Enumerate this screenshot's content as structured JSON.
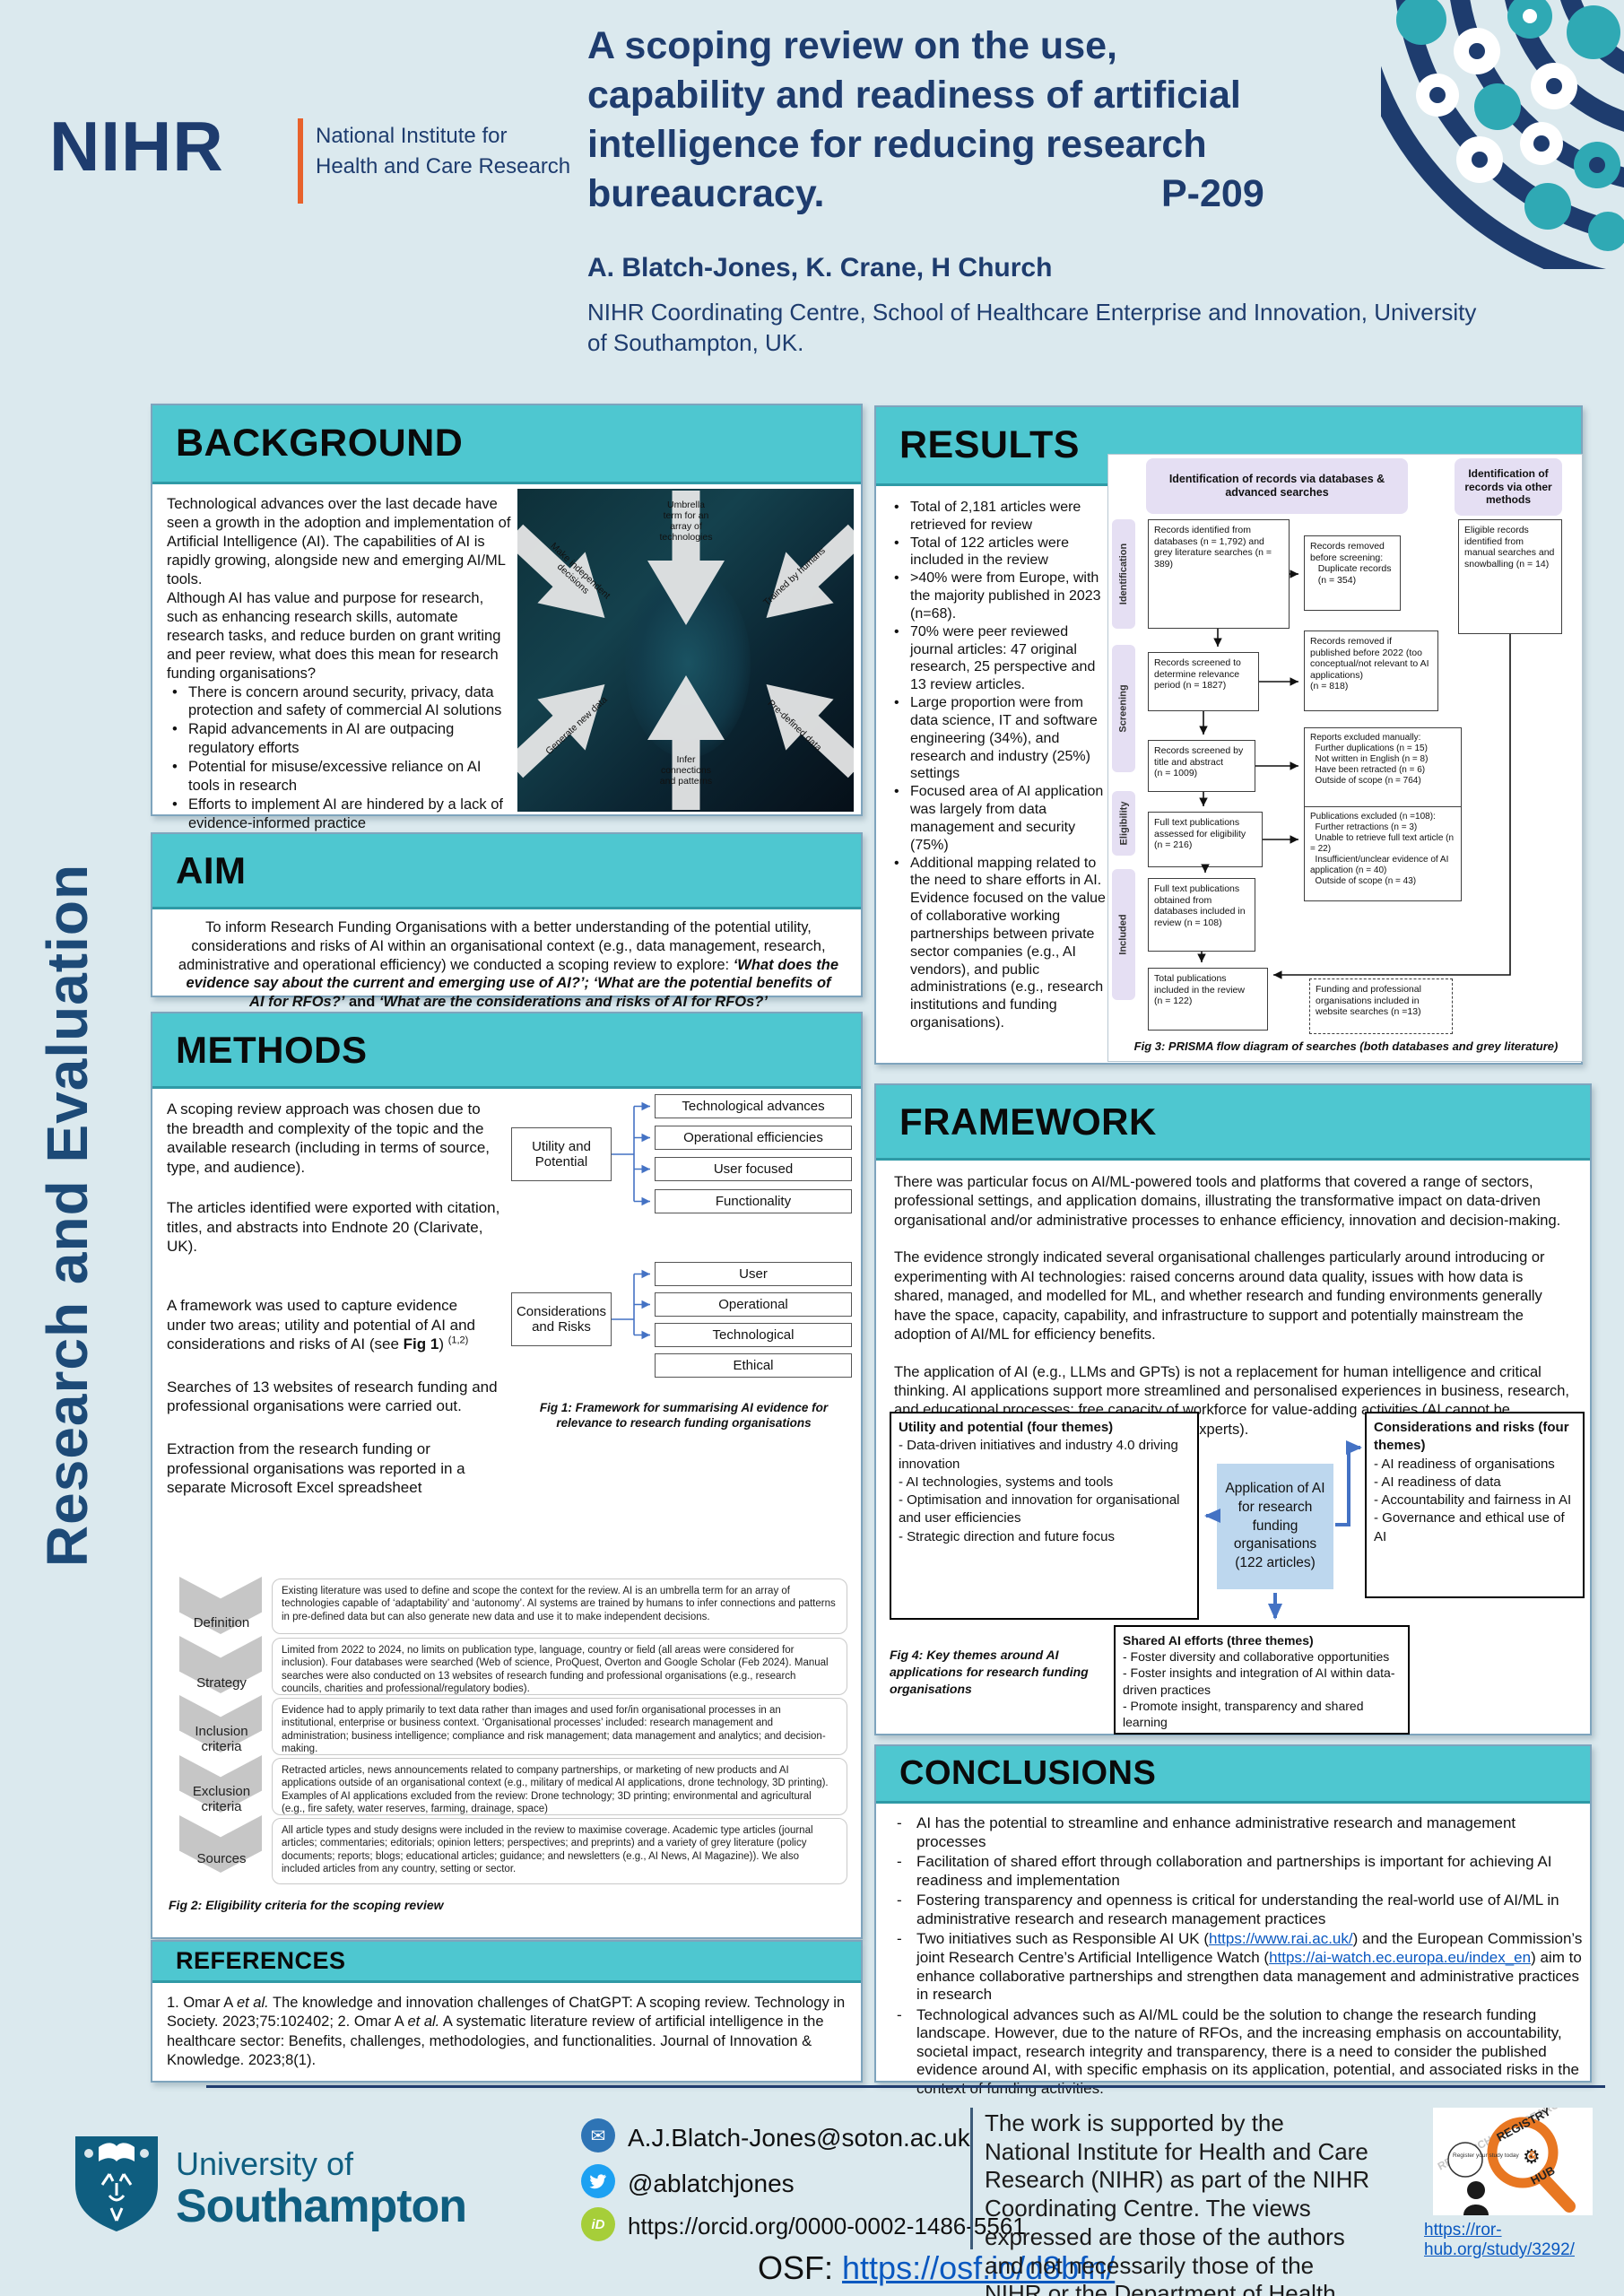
{
  "sidebar": {
    "vertical_text": "Research and Evaluation"
  },
  "header": {
    "nihr": "NIHR",
    "tag1": "National Institute for",
    "tag2": "Health and Care Research",
    "title_line1": "A scoping review on the use,",
    "title_line2": "capability and readiness of artificial",
    "title_line3": "intelligence for reducing research",
    "title_line4": "bureaucracy.",
    "poster_id": "P-209",
    "authors": "A. Blatch-Jones, K. Crane, H Church",
    "affiliation": "NIHR Coordinating Centre, School of Healthcare Enterprise and Innovation, University of Southampton, UK."
  },
  "background": {
    "heading": "BACKGROUND",
    "para1": "Technological advances over the last decade have seen a growth in the adoption and implementation of Artificial Intelligence (AI). The capabilities of AI is rapidly growing, alongside new and emerging AI/ML tools.",
    "para2": "Although AI has value and purpose for research, such as enhancing research skills, automate research tasks, and reduce burden on grant writing and peer review, what does this mean for research funding organisations?",
    "bullets": [
      "There is concern around security, privacy, data protection and safety of commercial AI solutions",
      "Rapid advancements in AI are outpacing regulatory efforts",
      "Potential for misuse/excessive reliance on AI tools in research",
      "Efforts to implement AI are hindered by a lack of evidence-informed practice"
    ],
    "figure": {
      "top": "Umbrella\nterm for an\narray of\ntechnologies",
      "upper_left": "Make independent\ndecisions",
      "upper_right": "Trained by humans",
      "lower_left": "Generate new data",
      "lower_right": "Pre-defined data",
      "bottom": "Infer\nconnections\nand patterns"
    }
  },
  "aim": {
    "heading": "AIM",
    "intro": "To inform Research Funding Organisations with a better understanding of the potential utility, considerations and risks of AI within an organisational context (e.g., data management, research, administrative and operational efficiency) we conducted a scoping review to explore: ",
    "q1": "‘What does the evidence say about the current and emerging use of AI?’; ‘What are the potential benefits of AI for RFOs?’",
    "joiner": " and ",
    "q2": "‘What are the considerations and risks of AI for RFOs?’"
  },
  "methods": {
    "heading": "METHODS",
    "para1": "A scoping review approach was chosen due to the breadth and complexity of the topic and the available research (including in terms of source, type, and audience).",
    "para2": "The articles identified were exported with citation, titles, and abstracts into Endnote 20 (Clarivate, UK).",
    "para3_pre": "A framework was used to capture evidence under two areas; utility and potential of AI and considerations and risks of AI (see ",
    "para3_fig": "Fig 1",
    "para3_post": ") ",
    "para3_sup": "(1,2)",
    "para4": "Searches of 13 websites of research funding and professional organisations were carried out.",
    "para5": "Extraction from the research funding or professional organisations was reported in a separate Microsoft Excel spreadsheet",
    "fig1": {
      "parent1": "Utility and\nPotential",
      "parent2": "Considerations\nand Risks",
      "group1": [
        "Technological advances",
        "Operational efficiencies",
        "User focused",
        "Functionality"
      ],
      "group2": [
        "User",
        "Operational",
        "Technological",
        "Ethical"
      ],
      "caption": "Fig 1: Framework for summarising AI evidence for relevance to research funding organisations"
    },
    "fig2": {
      "rows": [
        {
          "label": "Definition",
          "text": "Existing literature was used to define and scope the context for the review. AI is an umbrella term for an array of technologies capable of ‘adaptability’ and ‘autonomy’. AI systems are trained by humans to infer connections and patterns in pre-defined data but can also generate new data and use it to make independent decisions."
        },
        {
          "label": "Strategy",
          "text": "Limited from 2022 to 2024, no limits on publication type, language, country or field (all areas were considered for inclusion). Four databases were searched (Web of science, ProQuest, Overton and Google Scholar (Feb 2024). Manual searches were also conducted on 13 websites of research funding and professional organisations (e.g., research councils, charities and professional/regulatory bodies)."
        },
        {
          "label": "Inclusion\ncriteria",
          "text": "Evidence had to apply primarily to text data rather than images and used for/in organisational processes in an institutional, enterprise or business context. ‘Organisational processes’ included: research management and administration; business intelligence; compliance and risk management; data management and analytics; and decision-making."
        },
        {
          "label": "Exclusion\ncriteria",
          "text": "Retracted articles, news announcements related to company partnerships, or marketing of new products and AI applications outside of an organisational context (e.g., military of medical AI applications, drone technology, 3D printing). Examples of AI applications excluded from the review: Drone technology; 3D printing; environmental and agricultural (e.g., fire safety, water reserves, farming, drainage, space)"
        },
        {
          "label": "Sources",
          "text": "All article types and study designs were included in the review to maximise coverage. Academic type articles (journal articles; commentaries; editorials; opinion letters; perspectives; and preprints) and a variety of grey literature (policy documents; reports; blogs; educational articles; guidance; and newsletters (e.g., AI News, AI Magazine)). We also included articles from any country, setting or sector."
        }
      ],
      "caption": "Fig 2: Eligibility criteria for the scoping review"
    }
  },
  "references": {
    "heading": "REFERENCES",
    "p1": "1. Omar A ",
    "etal1": "et al.",
    "p2": " The knowledge and innovation challenges of ChatGPT: A scoping review. Technology in Society. 2023;75:102402; 2. Omar A ",
    "etal2": "et al.",
    "p3": " A systematic literature review of artificial intelligence in the healthcare sector: Benefits, challenges, methodologies, and functionalities. Journal of Innovation & Knowledge. 2023;8(1)."
  },
  "results": {
    "heading": "RESULTS",
    "bullets": [
      "Total of 2,181 articles were retrieved for review",
      "Total of 122 articles were included in the review",
      ">40% were from Europe, with the majority published in 2023 (n=68).",
      "70% were peer reviewed journal articles: 47 original research, 25 perspective and 13 review articles.",
      "Large proportion were from data science, IT and software engineering (34%), and research and industry (25%) settings",
      "Focused area of AI application was largely from data management and security (75%)",
      "Additional mapping related to the need to share efforts in AI. Evidence focused on the value of collaborative working partnerships between private sector companies (e.g., AI vendors), and public administrations (e.g., research institutions and funding organisations)."
    ],
    "prisma": {
      "header_left": "Identification of records via databases & advanced searches",
      "header_right": "Identification of records via other methods",
      "stages": [
        "Identification",
        "Screening",
        "Eligibility",
        "Included"
      ],
      "boxes": {
        "b1": "Records identified from databases (n = 1,792) and grey literature searches (n = 389)",
        "b2": "Records removed before screening:\n   Duplicate records\n   (n = 354)",
        "b3": "Eligible records identified from manual searches and snowballing (n = 14)",
        "b4": "Records screened to determine relevance period (n = 1827)",
        "b5": "Records removed if published before 2022 (too conceptual/not relevant to AI applications)\n(n = 818)",
        "b6": "Records screened by title and abstract\n(n = 1009)",
        "b7": "Reports excluded manually:\n  Further duplications (n = 15)\n  Not written in English (n = 8)\n  Have been retracted (n = 6)\n  Outside of scope (n = 764)",
        "b8": "Full text publications assessed for eligibility\n(n = 216)",
        "b9": "Publications excluded (n =108):\n  Further retractions (n = 3)\n  Unable to retrieve full text article (n = 22)\n  Insufficient/unclear evidence of AI application (n = 40)\n  Outside of scope (n = 43)",
        "b10": "Full text publications obtained from databases included in review (n = 108)",
        "b11": "Total publications included in the review\n(n = 122)",
        "b12": "Funding and professional organisations included in website searches (n =13)"
      },
      "caption": "Fig 3: PRISMA flow diagram of searches (both databases and grey literature)"
    }
  },
  "framework": {
    "heading": "FRAMEWORK",
    "para1": "There was particular focus on AI/ML-powered tools and platforms that covered a range of sectors, professional settings, and application domains, illustrating the transformative impact on data-driven organisational and/or administrative processes to enhance efficiency, innovation and decision-making.",
    "para2": "The evidence strongly indicated several organisational challenges particularly around introducing or experimenting with AI technologies: raised concerns around data quality, issues with how data is shared, managed, and modelled for ML, and whether research and funding environments generally have the space, capacity, capability, and infrastructure to support and potentially mainstream the adoption of AI/ML for efficiency benefits.",
    "para3": "The application of AI (e.g., LLMs and GPTs) is not a replacement for human intelligence and critical thinking. AI applications support more streamlined and personalised experiences in business, research, and educational processes; free capacity of workforce for value-adding activities (AI cannot be developed without the involvement of human experts).",
    "fig4": {
      "left_title": "Utility and potential (four themes)",
      "left_body": "- Data-driven initiatives and industry 4.0 driving innovation\n- AI technologies, systems and tools\n- Optimisation and innovation for organisational and user efficiencies\n- Strategic direction and future focus",
      "center": "Application of AI for research funding organisations (122 articles)",
      "right_title": "Considerations and risks (four themes)",
      "right_body": "- AI readiness of organisations\n- AI readiness of data\n- Accountability and fairness in AI\n- Governance and ethical use of AI",
      "bottom_title": "Shared AI efforts (three themes)",
      "bottom_body": "- Foster diversity and collaborative opportunities\n- Foster insights and integration of AI within data-driven practices\n- Promote insight, transparency and shared learning",
      "caption": "Fig 4: Key themes around AI applications for research funding organisations"
    }
  },
  "conclusions": {
    "heading": "CONCLUSIONS",
    "items": [
      "AI has the potential to streamline and enhance administrative research and management processes",
      "Facilitation of shared effort through collaboration and partnerships is important for achieving AI readiness and implementation",
      "Fostering transparency and openness is critical for understanding the real-world use of AI/ML in administrative research and research management practices"
    ],
    "item4_a": "Two initiatives such as Responsible AI UK (",
    "item4_link1": "https://www.rai.ac.uk/",
    "item4_b": ") and the European Commission’s joint Research Centre’s Artificial Intelligence Watch (",
    "item4_link2": "https://ai-watch.ec.europa.eu/index_en",
    "item4_c": ") aim to enhance collaborative partnerships and strengthen data management and administrative practices in research",
    "item5": "Technological advances such as AI/ML could be the solution to change the research funding landscape. However, due to the nature of RFOs, and the increasing emphasis on accountability, societal impact, research integrity and transparency, there is a need to consider the published evidence around AI, with specific emphasis on its application, potential, and associated risks in the context of funding activities."
  },
  "footer": {
    "uos_line1": "University of",
    "uos_line2": "Southampton",
    "email": "A.J.Blatch-Jones@soton.ac.uk",
    "twitter": "@ablatchjones",
    "orcid": "https://orcid.org/0000-0002-1486-5561",
    "osf_label": "OSF:",
    "osf_url": "https://osf.io/d8bfn/",
    "acknowledgment": "The work is supported by the National Institute for Health and Care Research (NIHR) as part of the NIHR Coordinating Centre. The views expressed are those of the authors and not necessarily those of the NIHR or the Department of Health and Social Care",
    "registry_url": "https://ror-hub.org/study/3292/",
    "registry_word1": "REGISTRY",
    "registry_amp": "&",
    "registry_word2": "HUB",
    "registry_bubble": "Register your study today"
  }
}
